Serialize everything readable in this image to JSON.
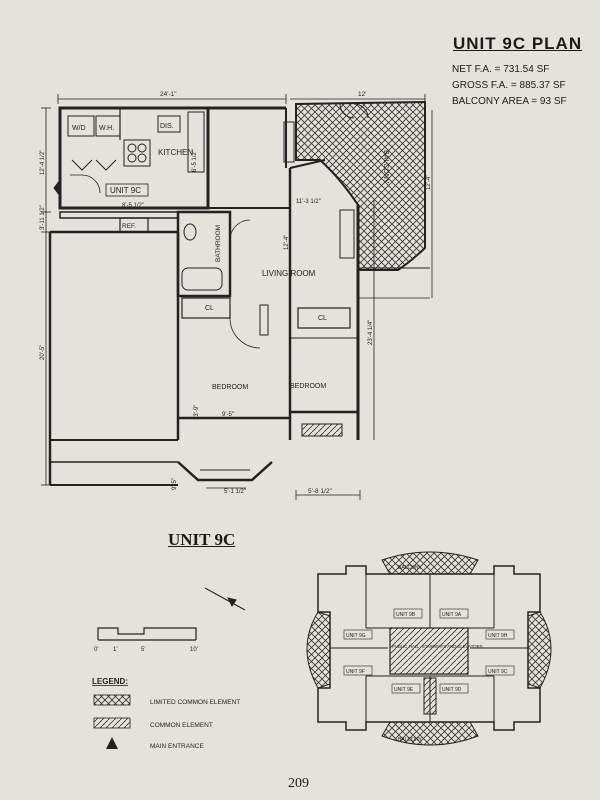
{
  "header": {
    "title": "UNIT 9C PLAN",
    "net_area": "NET F.A. = 731.54 SF",
    "gross_area": "GROSS F.A. = 885.37 SF",
    "balcony_area": "BALCONY AREA = 93 SF"
  },
  "plan": {
    "rooms": {
      "kitchen": "KITCHEN",
      "bathroom": "BATHROOM",
      "living_room": "LIVING ROOM",
      "bedroom_left": "BEDROOM",
      "bedroom_right": "BEDROOM",
      "balcony": "BALCONY",
      "closet_left": "CL",
      "closet_right": "CL"
    },
    "fixtures": {
      "washer_dryer": "W/D",
      "water_heater": "W.H.",
      "dishwasher": "DIS.",
      "refrigerator": "REF."
    },
    "unit_tag": "UNIT 9C",
    "dimensions": {
      "top_width": "24'-1\"",
      "top_right": "12'",
      "left_top": "12'-4 1/2\"",
      "left_mid": "3'-11 1/2\"",
      "left_long": "20'-5\"",
      "kitchen_w": "8'-5 1/2\"",
      "kitchen_h": "6'-5 1/2\"",
      "living_top": "11'-3 1/2\"",
      "living_h": "12'-4\"",
      "right_long": "23'-4 1/4\"",
      "right_top": "12'-4\"",
      "bed_w": "9'-5\"",
      "bed_h": "13'-9\"",
      "bottom_right": "5'-8 1/2\"",
      "bay": "5'-1 1/2\"",
      "bottom_left": "9'-5\""
    }
  },
  "unit_caption": "UNIT 9C",
  "scale": {
    "ticks": [
      "0'",
      "1'",
      "5'",
      "10'"
    ]
  },
  "legend": {
    "title": "LEGEND:",
    "items": [
      {
        "label": "LIMITED COMMON ELEMENT",
        "pattern": "crosshatch"
      },
      {
        "label": "COMMON ELEMENT",
        "pattern": "diagonal"
      },
      {
        "label": "MAIN ENTRANCE",
        "pattern": "triangle"
      }
    ]
  },
  "key_plan": {
    "units": [
      "UNIT 9B",
      "UNIT 9A",
      "UNIT 9G",
      "UNIT 9F",
      "UNIT 9E",
      "UNIT 9D",
      "UNIT 9C",
      "UNIT 9H"
    ],
    "core": "PUBLIC HALL, STAIRWAYS AND ELEVATORS",
    "balcony_labels": [
      "BALCONY",
      "BALCONY"
    ]
  },
  "page_number": "209",
  "colors": {
    "paper": "#e4e2da",
    "ink": "#222222"
  }
}
